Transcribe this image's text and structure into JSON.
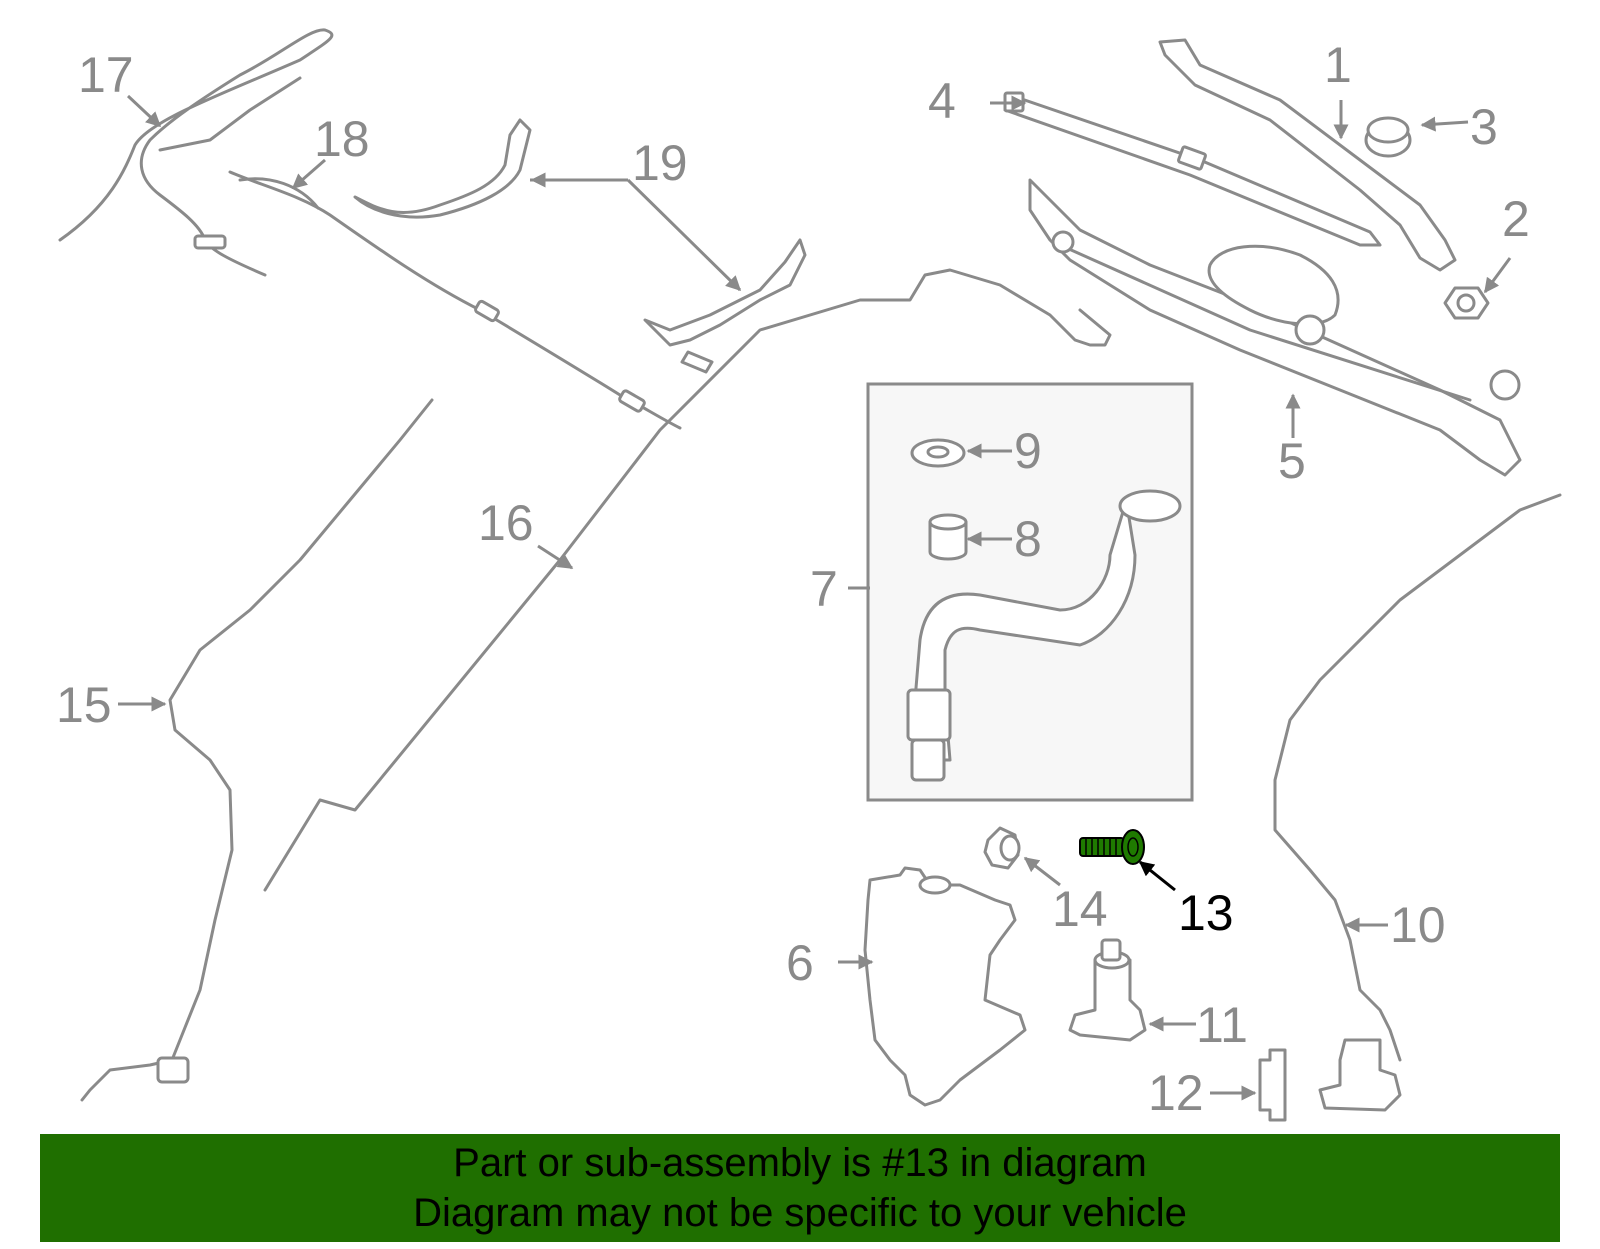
{
  "diagram": {
    "callouts": [
      "1",
      "2",
      "3",
      "4",
      "5",
      "6",
      "7",
      "8",
      "9",
      "10",
      "11",
      "12",
      "13",
      "14",
      "15",
      "16",
      "17",
      "18",
      "19"
    ],
    "highlighted": "13",
    "colors": {
      "part": "#8a8a8a",
      "highlight_part": "#1f7a00",
      "highlight_text": "#000000"
    }
  },
  "banner": {
    "line1": "Part or sub-assembly is #13 in diagram",
    "line2": "Diagram may not be specific to your vehicle",
    "background": "#1f6f00"
  }
}
